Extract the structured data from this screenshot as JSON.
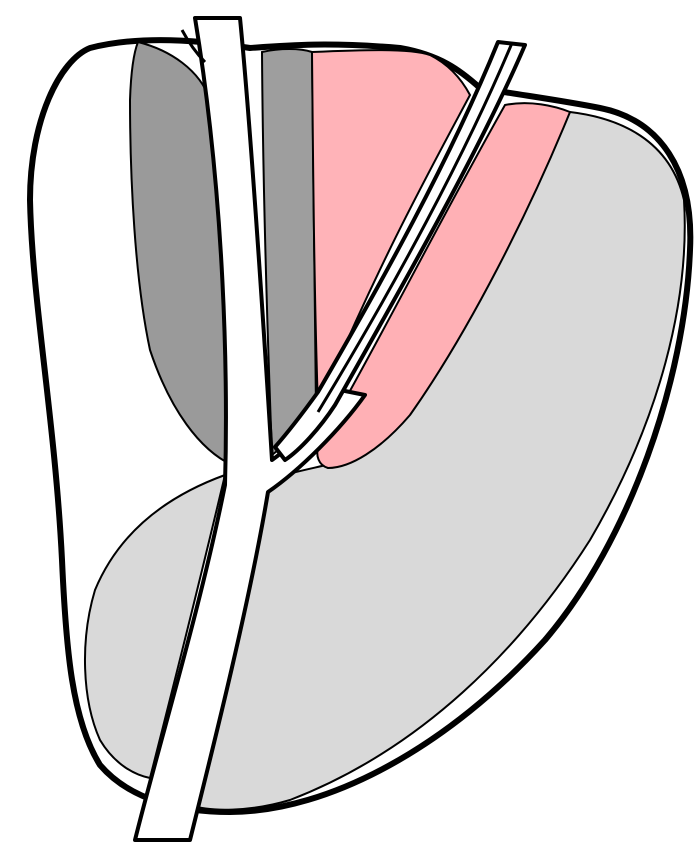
{
  "diagram": {
    "background_color": "#ffffff",
    "outline_color": "#000000",
    "regions": [
      {
        "name": "left-white-region",
        "fill": "#ffffff"
      },
      {
        "name": "dark-gray-region-left",
        "fill": "#9a9a9a"
      },
      {
        "name": "dark-gray-region-right",
        "fill": "#9e9e9e"
      },
      {
        "name": "pink-upper-region",
        "fill": "#ffb3b8"
      },
      {
        "name": "pink-lower-region",
        "fill": "#ffb0b5"
      },
      {
        "name": "light-gray-large-region",
        "fill": "#d9d9d9"
      },
      {
        "name": "light-gray-bottom-left-region",
        "fill": "#d9d9d9"
      }
    ],
    "vessels": [
      {
        "name": "main-vertical-vessel",
        "fill": "#ffffff"
      },
      {
        "name": "diagonal-branch-vessel",
        "fill": "#ffffff"
      }
    ]
  }
}
